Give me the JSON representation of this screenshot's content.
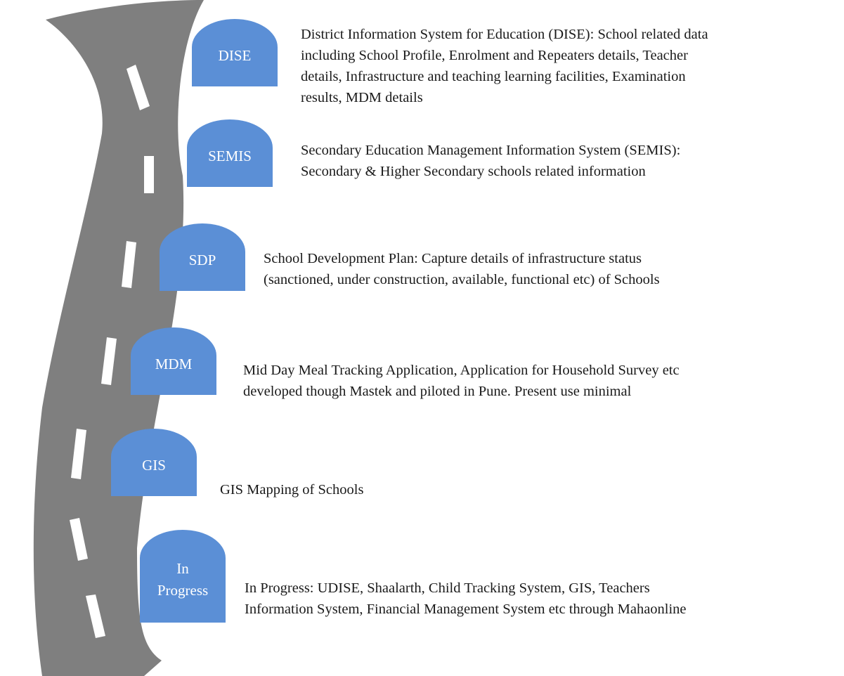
{
  "colors": {
    "road": "#7f7f7f",
    "dash": "#ffffff",
    "badge": "#5b8fd6",
    "badge_text": "#ffffff",
    "text": "#1a1a1a"
  },
  "stages": [
    {
      "id": "dise",
      "label": "DISE",
      "description": "District Information System for Education (DISE): School related data\nincluding School Profile, Enrolment and Repeaters details, Teacher\ndetails, Infrastructure and teaching learning facilities, Examination\nresults, MDM details"
    },
    {
      "id": "semis",
      "label": "SEMIS",
      "description": "Secondary Education Management Information System (SEMIS):\nSecondary & Higher Secondary schools related information"
    },
    {
      "id": "sdp",
      "label": "SDP",
      "description": "School Development Plan:  Capture details of infrastructure status\n(sanctioned, under construction, available, functional etc) of Schools"
    },
    {
      "id": "mdm",
      "label": "MDM",
      "description": "Mid Day Meal Tracking Application, Application for Household Survey etc\ndeveloped though Mastek and piloted in Pune. Present use minimal"
    },
    {
      "id": "gis",
      "label": "GIS",
      "description": "GIS Mapping  of Schools"
    },
    {
      "id": "in-progress",
      "label": "In\nProgress",
      "description": "In Progress: UDISE, Shaalarth, Child Tracking System, GIS, Teachers\nInformation System, Financial Management System etc through Mahaonline"
    }
  ]
}
